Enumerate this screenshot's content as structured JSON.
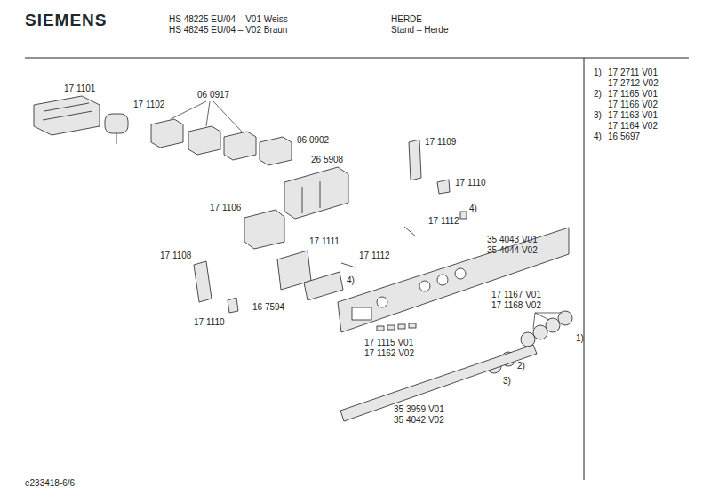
{
  "diagram": {
    "labels": [
      "SIEMENS",
      "HS 48225 EU/04 – V01 Weiss",
      "HS 48245 EU/04 – V02 Braun",
      "HERDE",
      "Stand – Herde",
      "1)",
      "17 2711 V01",
      "17 2712 V02",
      "2)",
      "17 1165 V01",
      "17 1166 V02",
      "3)",
      "17 1163 V01",
      "17 1164 V02",
      "4)",
      "16 5697",
      "17 1101",
      "17 1102",
      "06 0917",
      "06 0902",
      "26 5908",
      "17 1109",
      "17 1110",
      "17 1106",
      "17 1112",
      "4)",
      "35 4043 V01",
      "35 4044 V02",
      "17 1111",
      "17 1112",
      "17 1108",
      "4)",
      "16 7594",
      "17 1110",
      "17 1167 V01",
      "17 1168 V02",
      "1)",
      "17 1115 V01",
      "17 1162 V02",
      "2)",
      "3)",
      "35 3959 V01",
      "35 4042 V02",
      "e233418-6/6"
    ]
  }
}
